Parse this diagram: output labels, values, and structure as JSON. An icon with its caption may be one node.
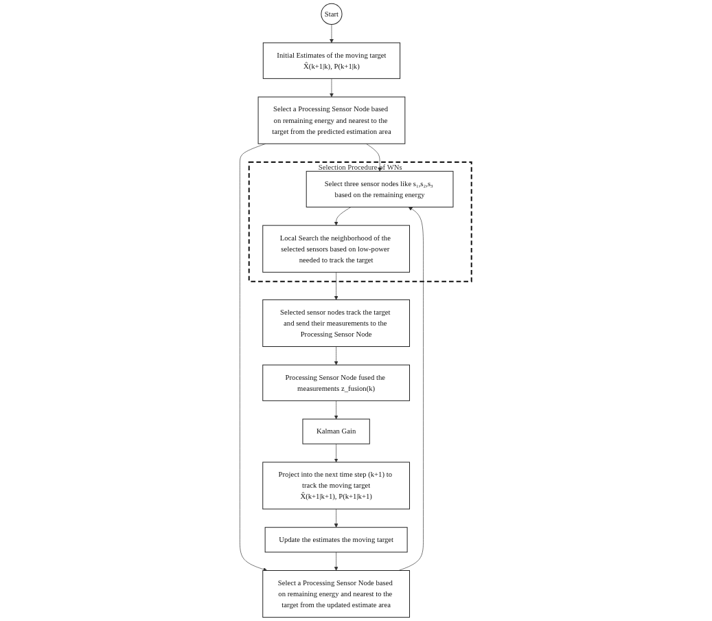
{
  "diagram": {
    "nodes": [
      {
        "text": [
          "Start"
        ]
      },
      {
        "text": [
          "Initial Estimates of the moving target",
          "X̂(k+1|k), P(k+1|k)"
        ]
      },
      {
        "text": [
          "Select a Processing Sensor Node based on remaining energy and nearest to the target from the predicted estimation area"
        ]
      },
      {
        "text": [
          "Selection Procedure of WNs"
        ]
      },
      {
        "text": [
          "Select three sensor nodes like s₁,s₂,s₃ based on the remaining energy"
        ],
        "in": 3
      },
      {
        "text": [
          "Local Search the neighborhood of the selected sensors based on low-power needed to track the target"
        ],
        "in": 3
      },
      {
        "text": [
          "Selected sensor nodes track the target and send their measurements to the Processing Sensor Node"
        ]
      },
      {
        "text": [
          "Processing Sensor Node fused the measurements z_fusion(k)"
        ]
      },
      {
        "text": [
          "Kalman Gain"
        ]
      },
      {
        "text": [
          "Project into the next time step (k+1) to track the moving target",
          "X̂(k+1|k+1), P(k+1|k+1)"
        ]
      },
      {
        "text": [
          "Update the estimates the moving target"
        ]
      },
      {
        "text": [
          "Select a Processing Sensor Node based on remaining energy and nearest to the target from the updated estimate area"
        ]
      }
    ],
    "edges": [
      {
        "from": 0,
        "to": 1,
        "arrow": "to"
      },
      {
        "from": 1,
        "to": 2,
        "arrow": "to"
      },
      {
        "from": 2,
        "to": 4,
        "arrow": "to"
      },
      {
        "from": 2,
        "to": 11,
        "arrow": "to"
      },
      {
        "from": 4,
        "to": 5,
        "arrow": "to"
      },
      {
        "from": 5,
        "to": 6,
        "arrow": "to"
      },
      {
        "from": 6,
        "to": 7,
        "arrow": "to"
      },
      {
        "from": 7,
        "to": 8,
        "arrow": "to"
      },
      {
        "from": 8,
        "to": 9,
        "arrow": "to"
      },
      {
        "from": 9,
        "to": 10,
        "arrow": "to"
      },
      {
        "from": 10,
        "to": 11,
        "arrow": "to"
      },
      {
        "from": 11,
        "to": 4,
        "arrow": "to"
      }
    ]
  }
}
